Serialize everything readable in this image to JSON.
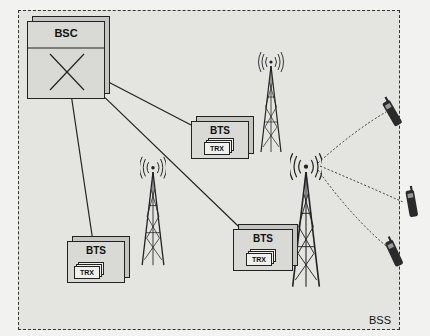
{
  "diagram": {
    "nodes": [
      {
        "text": [
          "BSS"
        ]
      },
      {
        "text": [
          "BSC"
        ],
        "in": 0
      },
      {
        "text": [
          "BTS"
        ],
        "in": 0
      },
      {
        "text": [
          "TRX"
        ],
        "in": 2
      },
      {
        "text": [
          "BTS"
        ],
        "in": 0
      },
      {
        "text": [
          "TRX"
        ],
        "in": 4
      },
      {
        "text": [
          "BTS"
        ],
        "in": 0
      },
      {
        "text": [
          "TRX"
        ],
        "in": 6
      }
    ],
    "edges": [
      {
        "from": 1,
        "to": 2,
        "arrow": "none"
      },
      {
        "from": 1,
        "to": 4,
        "arrow": "none"
      },
      {
        "from": 1,
        "to": 6,
        "arrow": "none"
      }
    ]
  }
}
